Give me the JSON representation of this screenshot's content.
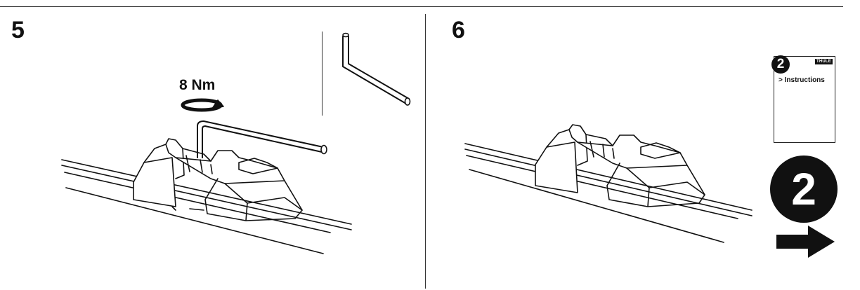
{
  "steps": [
    {
      "number": "5",
      "torque_label": "8 Nm"
    },
    {
      "number": "6"
    }
  ],
  "booklet": {
    "number": "2",
    "brand": "THULE",
    "title": "> Instructions"
  },
  "next_badge": {
    "number": "2"
  },
  "icons": [
    "rotate-arrow-icon",
    "allen-key-icon",
    "arrow-right-icon"
  ],
  "colors": {
    "ink": "#111111",
    "paper": "#ffffff"
  }
}
